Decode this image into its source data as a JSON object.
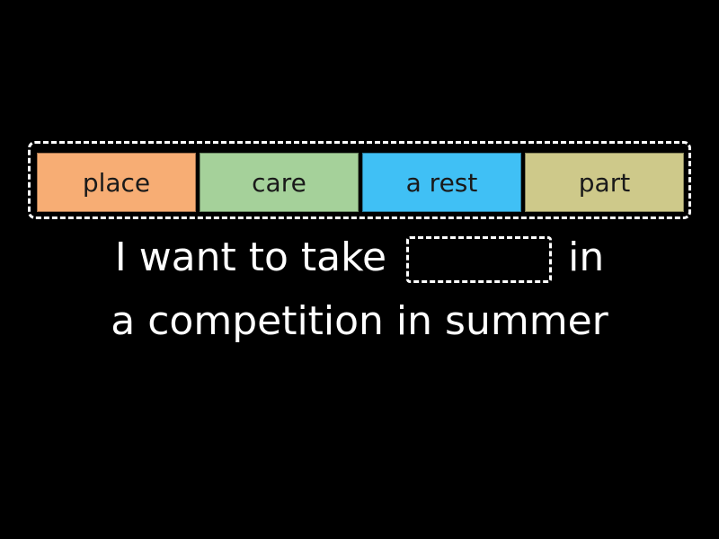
{
  "word_bank": {
    "tiles": [
      {
        "label": "place",
        "color": "#f7ad74"
      },
      {
        "label": "care",
        "color": "#a5d19a"
      },
      {
        "label": "a rest",
        "color": "#40c0f5"
      },
      {
        "label": "part",
        "color": "#cec98a"
      }
    ]
  },
  "question": {
    "line1_before": "I want to take",
    "line1_after": "in",
    "line2": "a competition in summer"
  },
  "colors": {
    "background": "#000000",
    "text": "#ffffff"
  }
}
